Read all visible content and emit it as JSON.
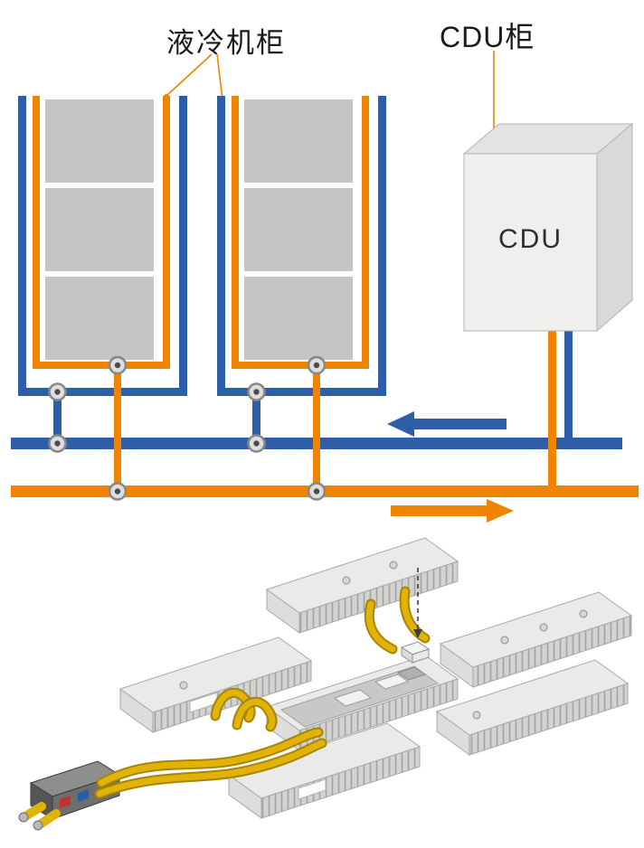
{
  "schematic": {
    "cabinet_label": "液冷机柜",
    "cdu_cabinet_label": "CDU柜",
    "cdu_unit_label": "CDU"
  },
  "colors": {
    "pipe_blue": "#2e5ea8",
    "pipe_orange": "#f08300",
    "panel_gray": "#c5c5c7",
    "tube_yellow": "#e2b307",
    "ink": "#1a1a1a"
  }
}
